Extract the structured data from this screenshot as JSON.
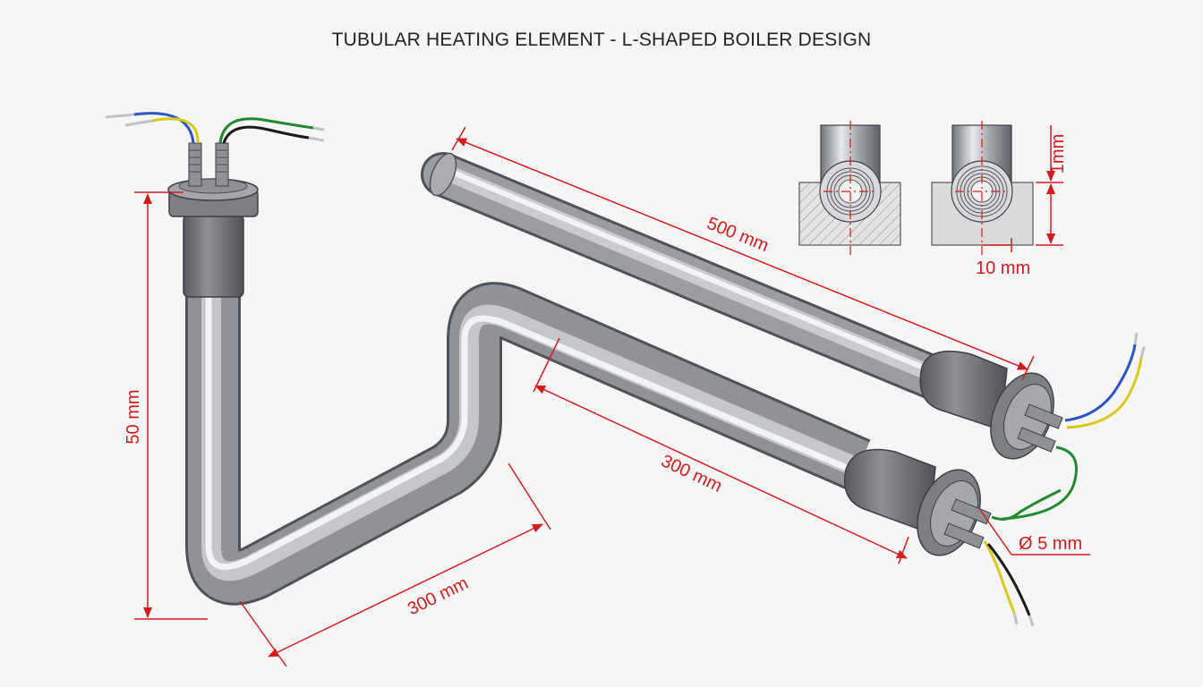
{
  "title": "TUBULAR HEATING ELEMENT - L-SHAPED BOILER DESIGN",
  "dimensions": {
    "height_vertical": "50 mm",
    "bottom_leg": "300 mm",
    "lower_diagonal": "300 mm",
    "upper_tube": "500 mm",
    "tube_diameter": "Ø 5 mm",
    "section_width": "10 mm",
    "section_height": "1mm"
  },
  "colors": {
    "dimension": "#d41c1c",
    "tube": "#9a9ea3",
    "terminal": "#6e7378",
    "wire_blue": "#2b55c8",
    "wire_yellow": "#d8c81a",
    "wire_green": "#1f8a2f",
    "wire_black": "#1a1a1a"
  }
}
